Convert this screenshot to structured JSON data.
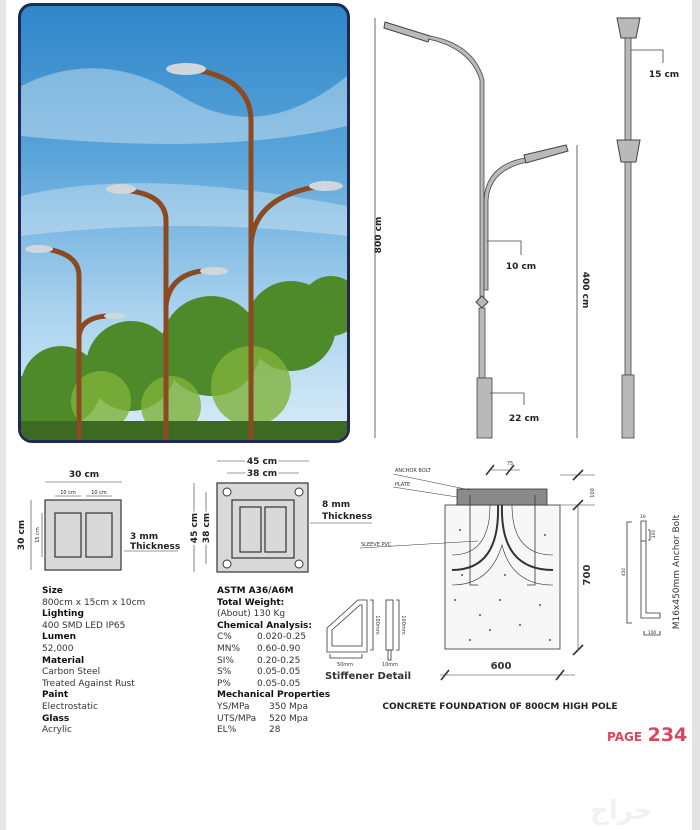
{
  "elevation": {
    "total_height": "800 cm",
    "branch_height": "400 cm",
    "arm_diameter": "10 cm",
    "base_diameter": "22 cm",
    "top_diameter": "15 cm"
  },
  "base_plate_small": {
    "width": "30 cm",
    "height": "30 cm",
    "cell1": "10 cm",
    "cell2": "10 cm",
    "cell_height": "15 cm",
    "thickness_1": "3 mm",
    "thickness_2": "Thickness"
  },
  "base_plate_large": {
    "outer": "45 cm",
    "inner": "38 cm",
    "outer_v": "45 cm",
    "inner_v": "38 cm",
    "thickness_1": "8 mm",
    "thickness_2": "Thickness"
  },
  "foundation": {
    "anchor_bolt": "ANCHOR BOLT",
    "plate": "PLATE",
    "sleeve": "SLEEVE  PVC",
    "d75": "75",
    "d100": "100",
    "depth": "700",
    "width": "600",
    "title": "CONCRETE FOUNDATION 0F 800CM HIGH POLE"
  },
  "anchor": {
    "label": "M16x450mm Anchor Bolt",
    "d16": "16",
    "d100a": "100",
    "d450": "450",
    "d100b": "100"
  },
  "stiffener": {
    "title": "Stiffener Detail",
    "w": "50mm",
    "t": "10mm",
    "h1": "100mm",
    "h2": "100mm"
  },
  "specs_left": [
    {
      "label": "Size",
      "value": "800cm x 15cm x 10cm"
    },
    {
      "label": "Lighting",
      "value": "400 SMD LED IP65"
    },
    {
      "label": "Lumen",
      "value": "52,000"
    },
    {
      "label": "Material",
      "value": "Carbon Steel",
      "value2": "Treated Against Rust"
    },
    {
      "label": "Paint",
      "value": "Electrostatic"
    },
    {
      "label": "Glass",
      "value": "Acrylic"
    }
  ],
  "specs_right": {
    "standard": "ASTM A36/A6M",
    "weight_label": "Total Weight:",
    "weight": "(About) 130 Kg",
    "chem_label": "Chemical Analysis:",
    "chem": [
      [
        "C%",
        "0.020-0.25"
      ],
      [
        "MN%",
        "0.60-0.90"
      ],
      [
        "SI%",
        "0.20-0.25"
      ],
      [
        "S%",
        "0.05-0.05"
      ],
      [
        "P%",
        "0.05-0.05"
      ]
    ],
    "mech_label": "Mechanical Properties",
    "mech": [
      [
        "YS/MPa",
        "350 Mpa"
      ],
      [
        "UTS/MPa",
        "520 Mpa"
      ],
      [
        "EL%",
        "28"
      ]
    ]
  },
  "page": {
    "label": "PAGE",
    "number": "234"
  },
  "watermark": "حراج"
}
